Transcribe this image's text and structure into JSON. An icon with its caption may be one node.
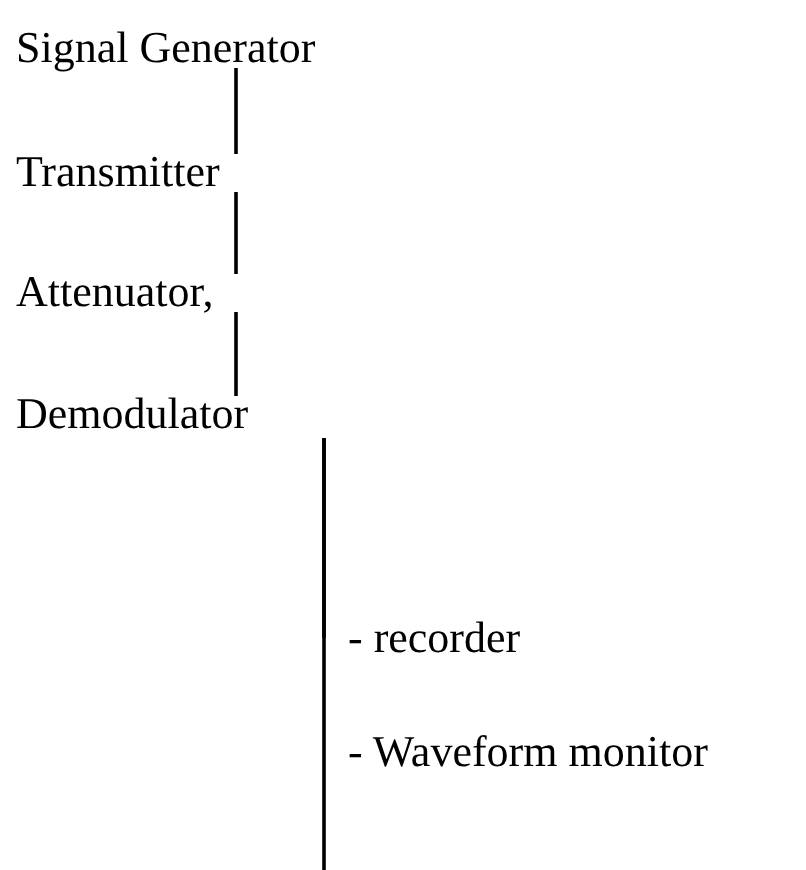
{
  "diagram": {
    "nodes": [
      {
        "text": [
          "Signal Generator"
        ]
      },
      {
        "text": [
          "Transmitter"
        ]
      },
      {
        "text": [
          "Attenuator,"
        ]
      },
      {
        "text": [
          "Demodulator"
        ]
      },
      {
        "text": [
          "- recorder"
        ]
      },
      {
        "text": [
          "- Waveform monitor"
        ]
      }
    ],
    "edges": [
      {
        "from": 0,
        "to": 1,
        "arrow": "none"
      },
      {
        "from": 1,
        "to": 2,
        "arrow": "none"
      },
      {
        "from": 2,
        "to": 3,
        "arrow": "none"
      },
      {
        "from": 3,
        "to": 4,
        "arrow": "none"
      },
      {
        "from": 3,
        "to": 5,
        "arrow": "none"
      }
    ]
  }
}
